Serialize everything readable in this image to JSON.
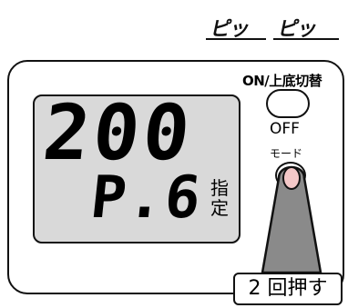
{
  "sound_effects": [
    "ピッ",
    "ピッ"
  ],
  "device": {
    "display": {
      "main_value": "200",
      "sub_value": "P.6",
      "label": "指定"
    },
    "power_button": {
      "top_label": "ON/上底切替",
      "bottom_label": "OFF"
    },
    "mode_button": {
      "label": "モード"
    }
  },
  "instruction": "2 回押す",
  "colors": {
    "outline": "#111111",
    "lcd_background": "#d9d9d9",
    "finger_fill": "#8a8a8a",
    "fingernail": "#f4c8c8"
  }
}
